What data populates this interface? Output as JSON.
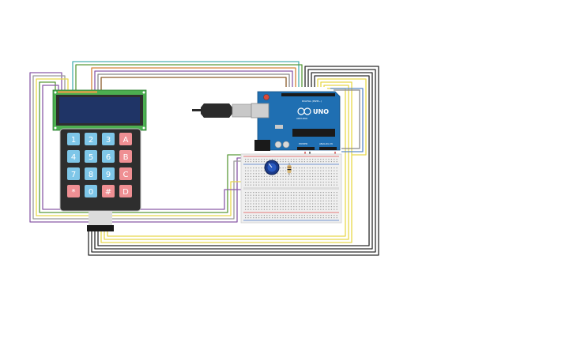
{
  "arduino": {
    "model_label": "UNO",
    "brand_label": "ARDUINO",
    "digital_label": "DIGITAL (PWM~)",
    "power_label": "POWER",
    "analog_label": "ANALOG IN",
    "board_color": "#1f6fb2",
    "cable_color": "#2b2b2b"
  },
  "keypad": {
    "keys": [
      [
        "1",
        "2",
        "3",
        "A"
      ],
      [
        "4",
        "5",
        "6",
        "B"
      ],
      [
        "7",
        "8",
        "9",
        "C"
      ],
      [
        "*",
        "0",
        "#",
        "D"
      ]
    ],
    "number_key_color": "#7ec6e8",
    "letter_key_color": "#ef8f93",
    "body_color": "#2e2e2e"
  },
  "lcd": {
    "pcb_color": "#4caf50",
    "screen_color": "#1f3466"
  },
  "breadboard": {
    "color": "#efefef",
    "rail_red": "#e05050",
    "rail_blue": "#4a78c8"
  },
  "wire_colors": {
    "black": "#2a2a2a",
    "yellow": "#e8d84a",
    "purple": "#8a5aa8",
    "teal": "#4ab0b0",
    "orange": "#d4843a",
    "green": "#5a9a3a",
    "grey": "#888888",
    "red": "#c83030",
    "brown": "#8a5a2a"
  }
}
